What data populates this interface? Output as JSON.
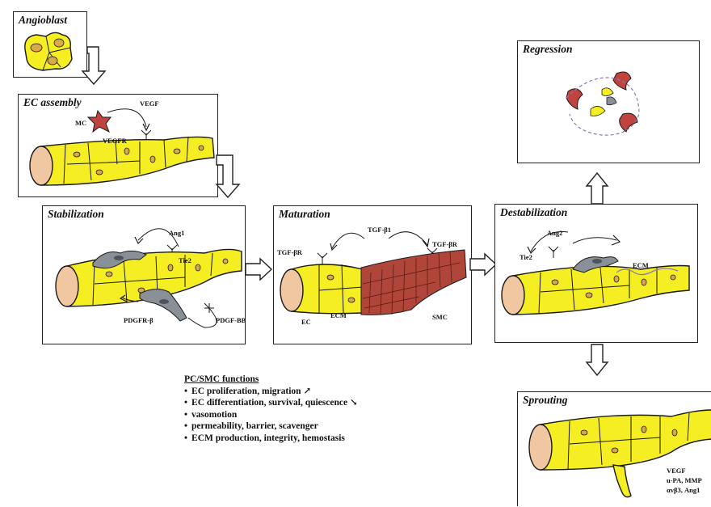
{
  "panels": {
    "angioblast": {
      "title": "Angioblast"
    },
    "ec_assembly": {
      "title": "EC assembly",
      "labels": {
        "mc": "MC",
        "vegf": "VEGF",
        "vegfr": "VEGFR"
      }
    },
    "stabilization": {
      "title": "Stabilization",
      "labels": {
        "ang1": "Ang1",
        "tie2": "Tie2",
        "pdgfr": "PDGFR-β",
        "pdgfbb": "PDGF-BB"
      }
    },
    "maturation": {
      "title": "Maturation",
      "labels": {
        "tgfb1": "TGF-β1",
        "tgfbr_left": "TGF-βR",
        "tgfbr_right": "TGF-βR",
        "ec": "EC",
        "ecm": "ECM",
        "smc": "SMC"
      }
    },
    "destabilization": {
      "title": "Destabilization",
      "labels": {
        "ang2": "Ang2",
        "tie2": "Tie2",
        "ecm": "ECM"
      }
    },
    "regression": {
      "title": "Regression"
    },
    "sprouting": {
      "title": "Sprouting",
      "labels": {
        "line1": "VEGF",
        "line2": "u-PA, MMP",
        "line3": "αvβ3, Ang1"
      }
    }
  },
  "legend": {
    "title": "PC/SMC functions",
    "items": [
      "EC proliferation, migration ↗",
      "EC differentiation, survival, quiescence ↘",
      "vasomotion",
      "permeability, barrier, scavenger",
      "ECM production, integrity, hemostasis"
    ]
  },
  "colors": {
    "vessel": "#f4ee22",
    "lumen": "#f0c7a0",
    "pericyte": "#8a9098",
    "smc": "#b0463a",
    "mast_cell": "#c0433d"
  }
}
